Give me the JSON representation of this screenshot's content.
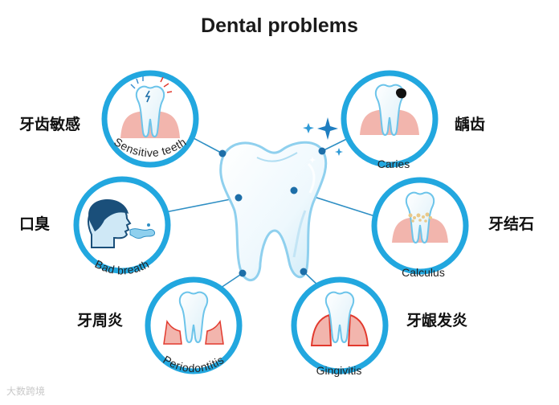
{
  "title": "Dental problems",
  "colors": {
    "ring": "#22a7df",
    "connector": "#2f8fc4",
    "dot": "#1d6ea8",
    "gum": "#f2b5ad",
    "gum_inflamed": "#e23a2e",
    "tooth_outline": "#8fd0ee",
    "star": "#1f7ec0"
  },
  "problems": [
    {
      "id": "sensitive",
      "label_en": "Sensitive teeth",
      "label_zh": "牙齿敏感"
    },
    {
      "id": "caries",
      "label_en": "Caries",
      "label_zh": "龋齿"
    },
    {
      "id": "bad-breath",
      "label_en": "Bad breath",
      "label_zh": "口臭"
    },
    {
      "id": "calculus",
      "label_en": "Calculus",
      "label_zh": "牙结石"
    },
    {
      "id": "periodontitis",
      "label_en": "Periodontitis",
      "label_zh": "牙周炎"
    },
    {
      "id": "gingivitis",
      "label_en": "Gingivitis",
      "label_zh": "牙龈发炎"
    }
  ],
  "watermark": "大数跨境"
}
